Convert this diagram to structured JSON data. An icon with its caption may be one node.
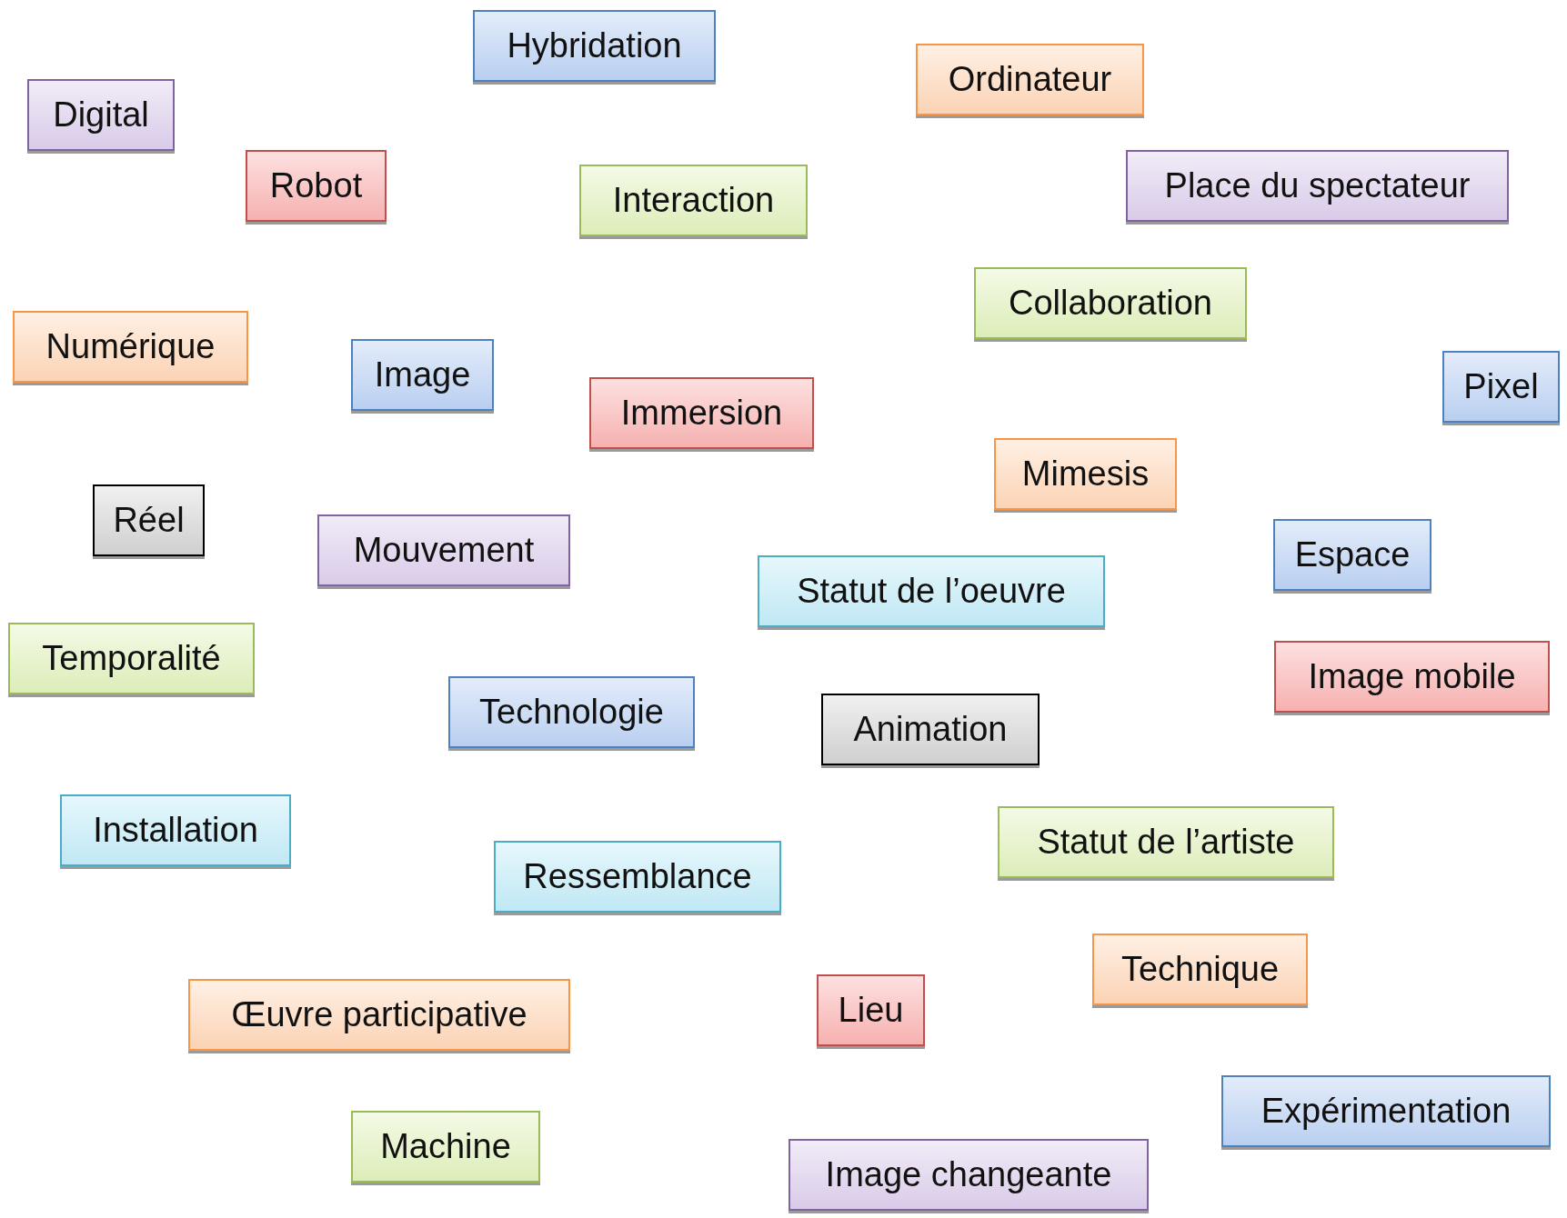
{
  "diagram": {
    "nodes": [
      {
        "text": [
          "Hybridation"
        ]
      },
      {
        "text": [
          "Ordinateur"
        ]
      },
      {
        "text": [
          "Digital"
        ]
      },
      {
        "text": [
          "Robot"
        ]
      },
      {
        "text": [
          "Place du spectateur"
        ]
      },
      {
        "text": [
          "Interaction"
        ]
      },
      {
        "text": [
          "Collaboration"
        ]
      },
      {
        "text": [
          "Numérique"
        ]
      },
      {
        "text": [
          "Image"
        ]
      },
      {
        "text": [
          "Pixel"
        ]
      },
      {
        "text": [
          "Immersion"
        ]
      },
      {
        "text": [
          "Mimesis"
        ]
      },
      {
        "text": [
          "Réel"
        ]
      },
      {
        "text": [
          "Mouvement"
        ]
      },
      {
        "text": [
          "Espace"
        ]
      },
      {
        "text": [
          "Statut de l’oeuvre"
        ]
      },
      {
        "text": [
          "Temporalité"
        ]
      },
      {
        "text": [
          "Image mobile"
        ]
      },
      {
        "text": [
          "Technologie"
        ]
      },
      {
        "text": [
          "Animation"
        ]
      },
      {
        "text": [
          "Installation"
        ]
      },
      {
        "text": [
          "Statut de l’artiste"
        ]
      },
      {
        "text": [
          "Ressemblance"
        ]
      },
      {
        "text": [
          "Technique"
        ]
      },
      {
        "text": [
          "Œuvre participative"
        ]
      },
      {
        "text": [
          "Lieu"
        ]
      },
      {
        "text": [
          "Expérimentation"
        ]
      },
      {
        "text": [
          "Machine"
        ]
      },
      {
        "text": [
          "Image changeante"
        ]
      }
    ]
  }
}
